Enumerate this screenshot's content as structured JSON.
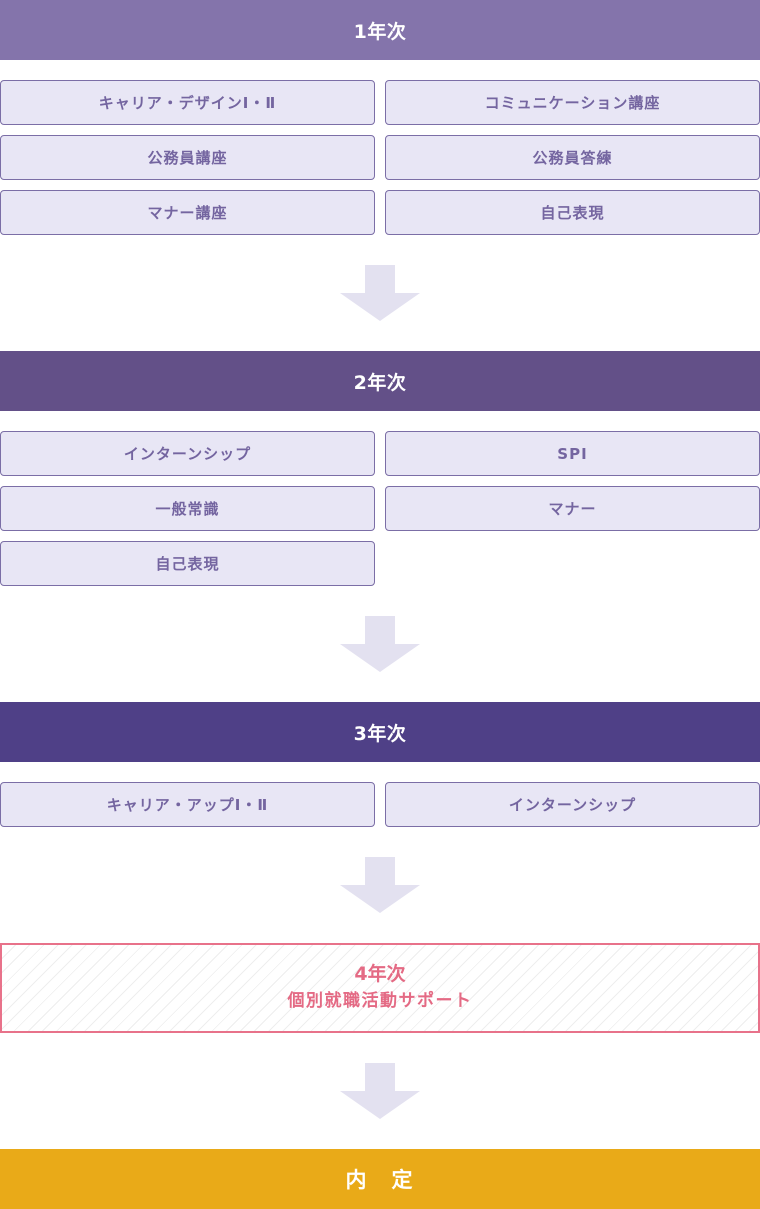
{
  "stages": [
    {
      "title": "1年次",
      "courses": [
        "キャリア・デザインⅠ・Ⅱ",
        "コミュニケーション講座",
        "公務員講座",
        "公務員答練",
        "マナー講座",
        "自己表現"
      ]
    },
    {
      "title": "2年次",
      "courses": [
        "インターンシップ",
        "SPI",
        "一般常識",
        "マナー",
        "自己表現"
      ]
    },
    {
      "title": "3年次",
      "courses": [
        "キャリア・アップⅠ・Ⅱ",
        "インターンシップ"
      ]
    }
  ],
  "year4": {
    "title": "4年次",
    "subtitle": "個別就職活動サポート"
  },
  "final": {
    "label": "内　定"
  },
  "colors": {
    "stage1": "#8474ab",
    "stage2": "#635088",
    "stage3": "#4f4087",
    "course_bg": "#e8e6f5",
    "course_text": "#7465a0",
    "year4": "#e8728a",
    "final": "#e9aa18",
    "arrow": "#e3e1f0"
  },
  "icons": {
    "arrow": "down-arrow-icon"
  }
}
